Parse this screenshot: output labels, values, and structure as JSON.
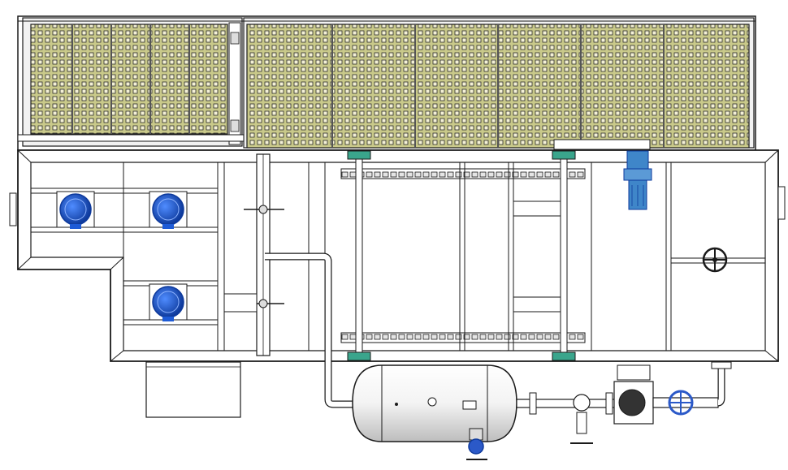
{
  "drawing": {
    "kind": "technical-plan-view",
    "colors": {
      "background": "#ffffff",
      "line": "#1a1a1a",
      "mesh_fill": "#c9c98a",
      "mesh_line": "#2a2a2a",
      "motor_blue": "#1e5bd6",
      "motor_blue_dark": "#0e3a9c",
      "valve_blue": "#2b59c8",
      "teal_clamp": "#3aa58c",
      "gear_motor_blue": "#3f86c9",
      "tank_fill": "#eeeeee",
      "steel": "#d9d9d9"
    },
    "components": {
      "fans": [
        "fan-1",
        "fan-2",
        "fan-3"
      ],
      "valves": [
        "handwheel-valve",
        "inline-gate-valve",
        "pressure-regulator",
        "tank-drain-valve"
      ],
      "notes": []
    }
  }
}
